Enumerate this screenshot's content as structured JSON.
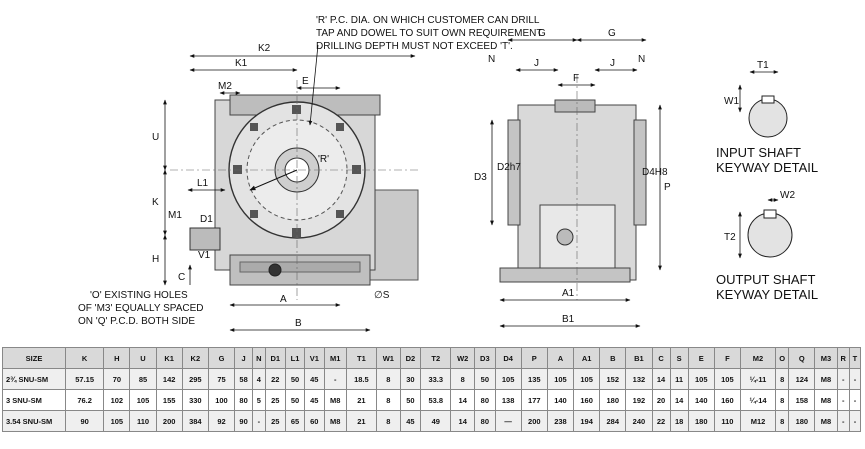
{
  "notes": {
    "rpcd": [
      "'R' P.C. DIA. ON WHICH CUSTOMER CAN DRILL",
      "TAP AND DOWEL TO SUIT OWN REQUIREMENT",
      "DRILLING DEPTH MUST NOT EXCEED 'T'."
    ],
    "holes": [
      "'O' EXISTING HOLES",
      "OF 'M3' EQUALLY SPACED",
      "ON 'Q' P.C.D. BOTH SIDE"
    ],
    "input_keyway": [
      "INPUT SHAFT",
      "KEYWAY DETAIL"
    ],
    "output_keyway": [
      "OUTPUT SHAFT",
      "KEYWAY DETAIL"
    ]
  },
  "labels": {
    "K2": "K2",
    "K1": "K1",
    "M2": "M2",
    "E": "E",
    "U": "U",
    "K": "K",
    "H": "H",
    "L1": "L1",
    "M1": "M1",
    "D1": "D1",
    "V1": "V1",
    "C": "C",
    "A": "A",
    "B": "B",
    "R": "'R'",
    "S": "∅S",
    "G_left": "G",
    "G_right": "G",
    "N_left": "N",
    "N_right": "N",
    "J_left": "J",
    "J_right": "J",
    "F": "F",
    "D3": "D3",
    "D2": "D2h7",
    "D4": "D4H8",
    "P": "P",
    "A1": "A1",
    "B1": "B1",
    "T1": "T1",
    "W1": "W1",
    "W2": "W2",
    "T2": "T2"
  },
  "table": {
    "headers": [
      "SIZE",
      "K",
      "H",
      "U",
      "K1",
      "K2",
      "G",
      "J",
      "N",
      "D1",
      "L1",
      "V1",
      "M1",
      "T1",
      "W1",
      "D2",
      "T2",
      "W2",
      "D3",
      "D4",
      "P",
      "A",
      "A1",
      "B",
      "B1",
      "C",
      "S",
      "E",
      "F",
      "M2",
      "O",
      "Q",
      "M3",
      "R",
      "T"
    ],
    "rows": [
      [
        "2¾ SNU-SM",
        "57.15",
        "70",
        "85",
        "142",
        "295",
        "75",
        "58",
        "4",
        "22",
        "50",
        "45",
        "-",
        "18.5",
        "8",
        "30",
        "33.3",
        "8",
        "50",
        "105",
        "135",
        "105",
        "105",
        "152",
        "132",
        "14",
        "11",
        "105",
        "105",
        "¼-11",
        "8",
        "124",
        "M8",
        "-",
        "-"
      ],
      [
        "3 SNU-SM",
        "76.2",
        "102",
        "105",
        "155",
        "330",
        "100",
        "80",
        "5",
        "25",
        "50",
        "45",
        "M8",
        "21",
        "8",
        "50",
        "53.8",
        "14",
        "80",
        "138",
        "177",
        "140",
        "160",
        "180",
        "192",
        "20",
        "14",
        "140",
        "160",
        "¼-14",
        "8",
        "158",
        "M8",
        "-",
        "-"
      ],
      [
        "3.54 SNU-SM",
        "90",
        "105",
        "110",
        "200",
        "384",
        "92",
        "90",
        "-",
        "25",
        "65",
        "60",
        "M8",
        "21",
        "8",
        "45",
        "49",
        "14",
        "80",
        "—",
        "200",
        "238",
        "194",
        "284",
        "240",
        "22",
        "18",
        "180",
        "110",
        "M12",
        "8",
        "180",
        "M8",
        "-",
        "-"
      ]
    ]
  }
}
